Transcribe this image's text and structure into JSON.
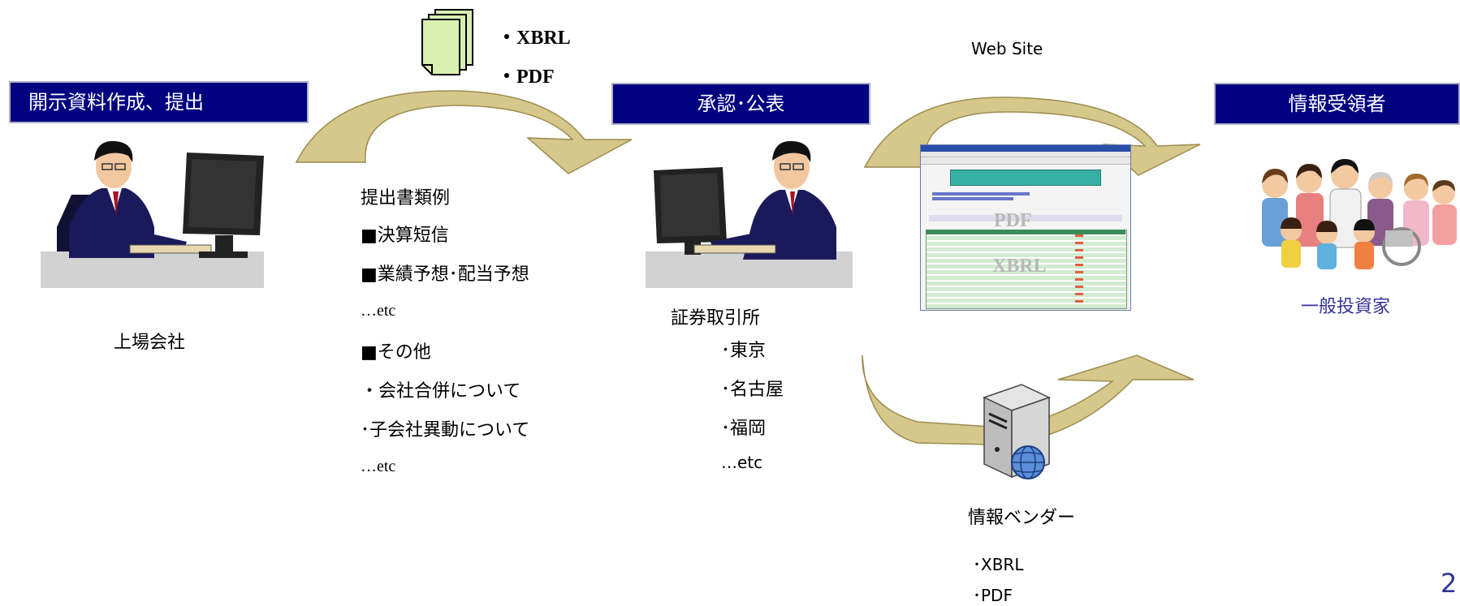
{
  "left": {
    "header": "開示資料作成、提出",
    "caption": "上場会社"
  },
  "formats_top": [
    "・XBRL",
    "・PDF"
  ],
  "documents": {
    "title": "提出書類例",
    "items": [
      "■決算短信",
      "■業績予想･配当予想",
      "…etc",
      "■その他",
      "・会社合併について",
      "･子会社異動について",
      "…etc"
    ]
  },
  "middle": {
    "header": "承認･公表",
    "exchange_title": "証券取引所",
    "exchanges": [
      "･東京",
      "･名古屋",
      "･福岡",
      "…etc"
    ]
  },
  "website": {
    "label": "Web Site",
    "overlay_pdf": "PDF",
    "overlay_xbrl": "XBRL"
  },
  "vendor": {
    "label": "情報ベンダー",
    "formats": [
      "･XBRL",
      "･PDF"
    ]
  },
  "right": {
    "header": "情報受領者",
    "caption": "一般投資家"
  },
  "page_number": "2",
  "colors": {
    "header_bg": "#000080",
    "arrow_fill": "#d6c78a",
    "caption_blue": "#333399"
  }
}
